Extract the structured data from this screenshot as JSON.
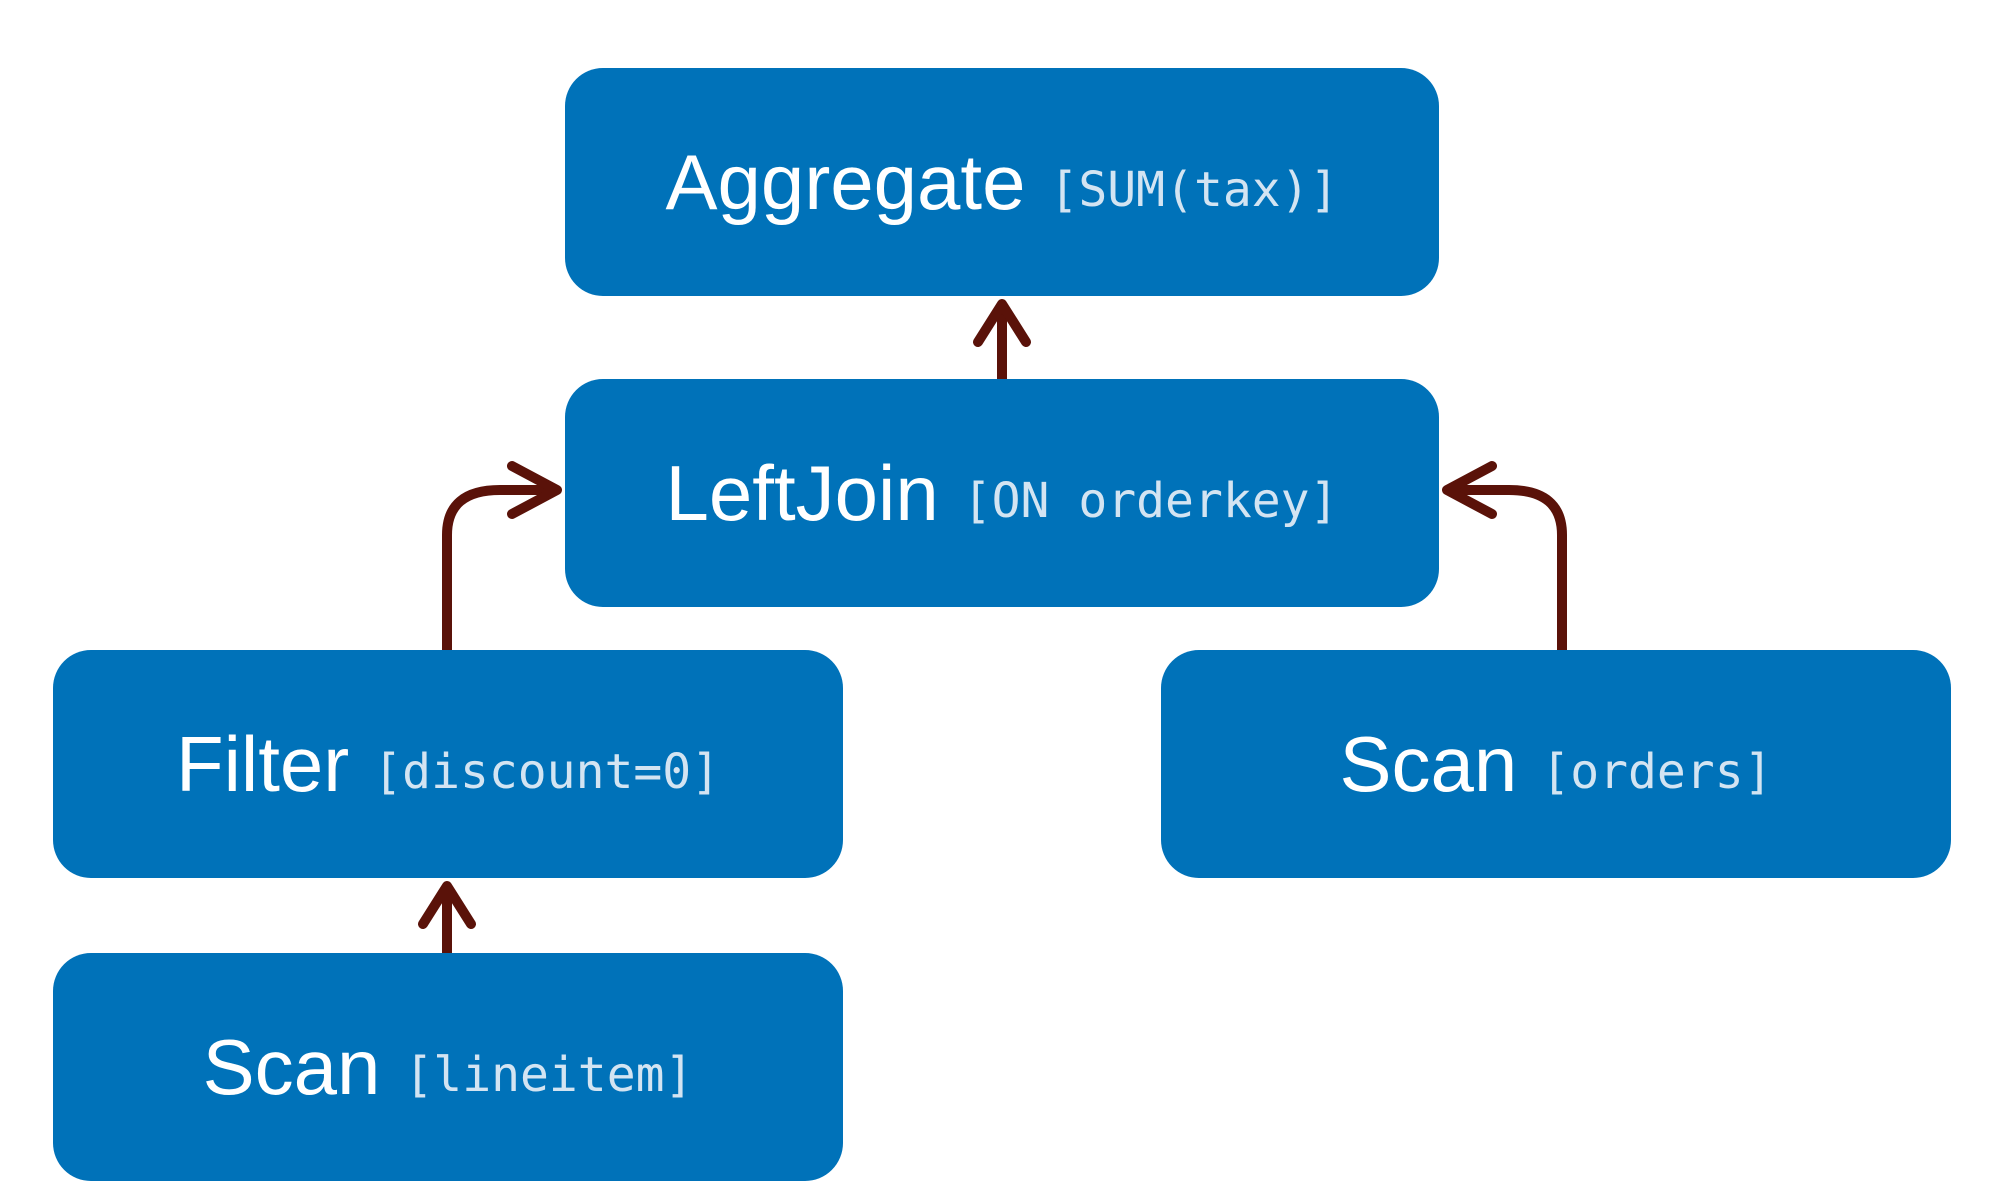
{
  "colors": {
    "node_fill": "#0072b9",
    "detail_text": "#d3e4f2",
    "label_text": "#ffffff",
    "edge": "#5a1209"
  },
  "nodes": {
    "aggregate": {
      "label": "Aggregate",
      "detail": "[SUM(tax)]"
    },
    "leftjoin": {
      "label": "LeftJoin",
      "detail": "[ON orderkey]"
    },
    "filter": {
      "label": "Filter",
      "detail": "[discount=0]"
    },
    "scan_orders": {
      "label": "Scan",
      "detail": "[orders]"
    },
    "scan_lineitem": {
      "label": "Scan",
      "detail": "[lineitem]"
    }
  },
  "edges": [
    {
      "from": "leftjoin",
      "to": "aggregate"
    },
    {
      "from": "filter",
      "to": "leftjoin"
    },
    {
      "from": "scan_orders",
      "to": "leftjoin"
    },
    {
      "from": "scan_lineitem",
      "to": "filter"
    }
  ]
}
